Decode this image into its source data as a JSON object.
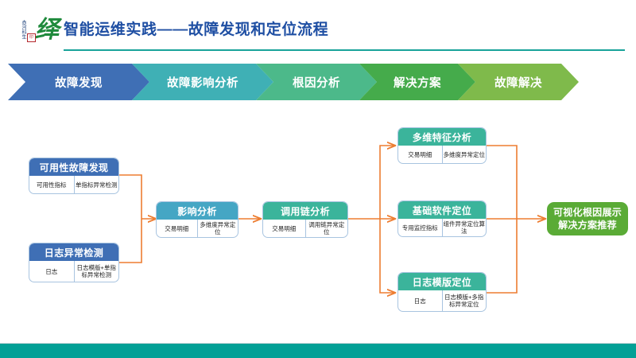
{
  "slide": {
    "title": "智能运维实践——故障发现和定位流程",
    "logo_seal_text": "赤河科生",
    "logo_stamp_text": "印",
    "logo_brush_text": "绎",
    "accent_rule_color": "#18a39a",
    "title_color": "#1f4fa3",
    "footer_color": "#03a096",
    "connector_color": "#ed7d31"
  },
  "process_bar": {
    "steps": [
      {
        "label": "故障发现",
        "color": "#3f6fb5"
      },
      {
        "label": "故障影响分析",
        "color": "#3fb0b5"
      },
      {
        "label": "根因分析",
        "color": "#4cb98a"
      },
      {
        "label": "解决方案",
        "color": "#45ab4b"
      },
      {
        "label": "故障解决",
        "color": "#7fba4b"
      }
    ]
  },
  "diagram": {
    "nodes": [
      {
        "id": "availability-fault-discovery",
        "title": "可用性故障发现",
        "header_color": "#3f6fb5",
        "cells": [
          "可用性指标",
          "单指标异常检测"
        ]
      },
      {
        "id": "log-anomaly-detection",
        "title": "日志异常检测",
        "header_color": "#3f6fb5",
        "cells": [
          "日志",
          "日志模版+单指标异常检测"
        ]
      },
      {
        "id": "impact-analysis",
        "title": "影响分析",
        "header_color": "#45a6c4",
        "cells": [
          "交易明细",
          "多维度异常定位"
        ]
      },
      {
        "id": "trace-chain-analysis",
        "title": "调用链分析",
        "header_color": "#3bb49b",
        "cells": [
          "交易明细",
          "调用链异常定位"
        ]
      },
      {
        "id": "multi-dim-feature-analysis",
        "title": "多维特征分析",
        "header_color": "#3bb49b",
        "cells": [
          "交易明细",
          "多维度异常定位"
        ]
      },
      {
        "id": "infra-software-locating",
        "title": "基础软件定位",
        "header_color": "#3bb49b",
        "cells": [
          "专用监控指标",
          "组件异常定位算法"
        ]
      },
      {
        "id": "log-template-locating",
        "title": "日志模版定位",
        "header_color": "#3bb49b",
        "cells": [
          "日志",
          "日志模版+多指标异常定位"
        ]
      }
    ],
    "terminal": {
      "id": "visual-root-cause",
      "line1": "可视化根因展示",
      "line2": "解决方案推荐",
      "color": "#5aab36"
    }
  }
}
